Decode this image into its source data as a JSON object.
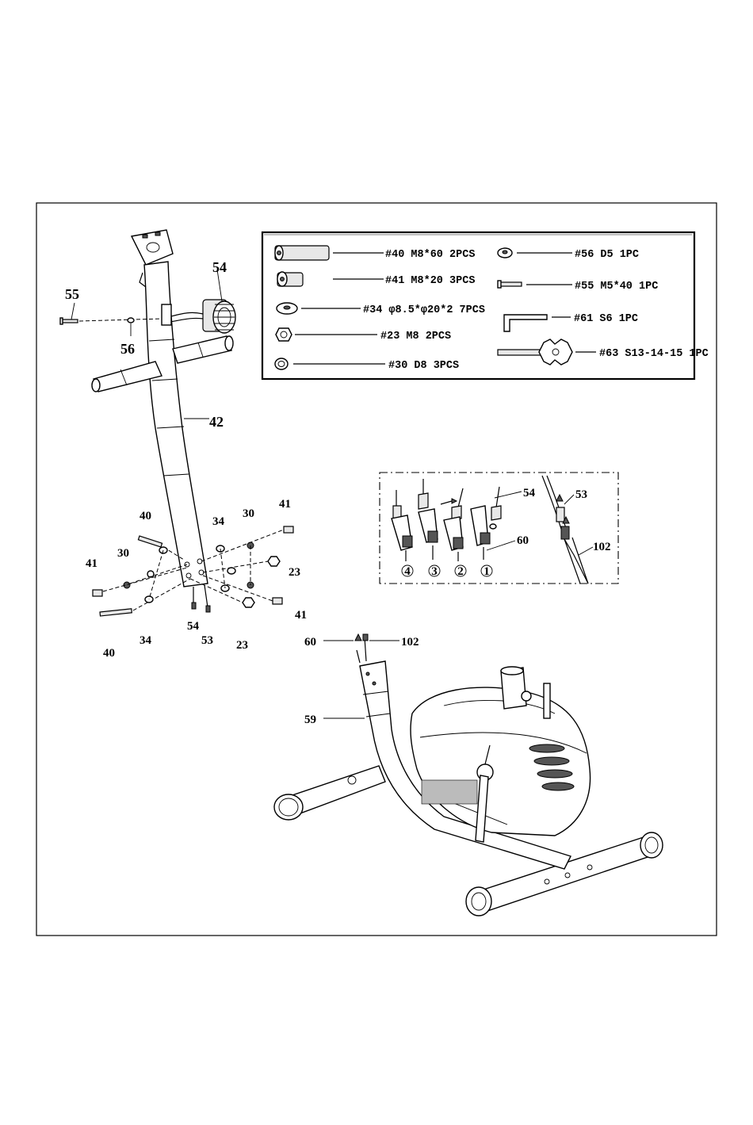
{
  "hardware_list": [
    {
      "id": "hw-40",
      "text": "#40 M8*60 2PCS",
      "icon": "long-bolt-icon"
    },
    {
      "id": "hw-41",
      "text": "#41 M8*20 3PCS",
      "icon": "short-bolt-icon"
    },
    {
      "id": "hw-34",
      "text": "#34 φ8.5*φ20*2 7PCS",
      "icon": "flat-washer-icon"
    },
    {
      "id": "hw-23",
      "text": "#23 M8  2PCS",
      "icon": "nut-icon"
    },
    {
      "id": "hw-30",
      "text": "#30 D8 3PCS",
      "icon": "spring-washer-icon"
    },
    {
      "id": "hw-56",
      "text": "#56 D5 1PC",
      "icon": "small-washer-icon"
    },
    {
      "id": "hw-55",
      "text": "#55 M5*40 1PC",
      "icon": "screw-icon"
    },
    {
      "id": "hw-61",
      "text": "#61 S6  1PC",
      "icon": "allen-key-icon"
    },
    {
      "id": "hw-63",
      "text": "#63 S13-14-15 1PC",
      "icon": "wrench-icon"
    }
  ],
  "handlebar_labels": {
    "p54": "54",
    "p55": "55",
    "p56": "56",
    "p42": "42",
    "p40a": "40",
    "p34a": "34",
    "p30a": "30",
    "p41a": "41",
    "p41b": "41",
    "p30b": "30",
    "p40b": "40",
    "p34b": "34",
    "p54b": "54",
    "p53": "53",
    "p23a": "23",
    "p23b": "23",
    "p41c": "41"
  },
  "detail_labels": {
    "p54": "54",
    "p53": "53",
    "p60": "60",
    "p102": "102",
    "step4": "4",
    "step3": "3",
    "step2": "2",
    "step1": "1"
  },
  "frame_labels": {
    "p60": "60",
    "p102": "102",
    "p59": "59"
  }
}
